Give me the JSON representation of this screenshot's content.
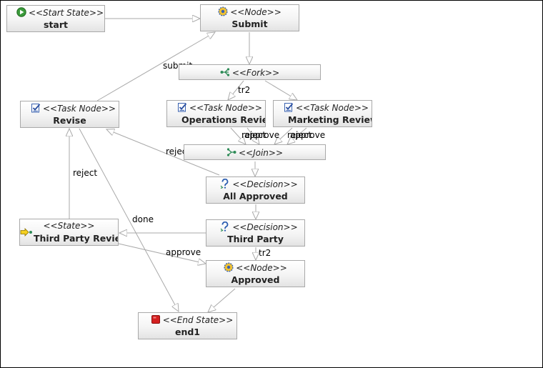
{
  "colors": {
    "edge": "#a9a9a9",
    "border": "#a9a9a9",
    "text": "#222222"
  },
  "nodes": {
    "start": {
      "stereotype": "<<Start State>>",
      "name": "start",
      "icon": "play-icon"
    },
    "submit": {
      "stereotype": "<<Node>>",
      "name": "Submit",
      "icon": "gear-icon"
    },
    "fork": {
      "stereotype": "<<Fork>>",
      "icon": "fork-icon"
    },
    "revise": {
      "stereotype": "<<Task Node>>",
      "name": "Revise",
      "icon": "task-icon"
    },
    "operations": {
      "stereotype": "<<Task Node>>",
      "name": "Operations Revie",
      "icon": "task-icon"
    },
    "marketing": {
      "stereotype": "<<Task Node>>",
      "name": "Marketing Review",
      "icon": "task-icon"
    },
    "join": {
      "stereotype": "<<Join>>",
      "icon": "join-icon"
    },
    "allapproved": {
      "stereotype": "<<Decision>>",
      "name": "All Approved",
      "icon": "decision-icon"
    },
    "thirdstate": {
      "stereotype": "<<State>>",
      "name": "Third Party Revie",
      "icon": "state-icon"
    },
    "thirdparty": {
      "stereotype": "<<Decision>>",
      "name": "Third Party",
      "icon": "decision-icon"
    },
    "approved": {
      "stereotype": "<<Node>>",
      "name": "Approved",
      "icon": "gear-icon"
    },
    "end1": {
      "stereotype": "<<End State>>",
      "name": "end1",
      "icon": "stop-icon"
    }
  },
  "labels": {
    "submit": "submit",
    "tr2_fork": "tr2",
    "reject_ops": "reject",
    "approve_ops": "approve",
    "reject_mkt": "reject",
    "approve_mkt": "approve",
    "reject_join": "reject",
    "reject_third": "reject",
    "done": "done",
    "approve_third": "approve",
    "tr2_decision": "tr2"
  }
}
